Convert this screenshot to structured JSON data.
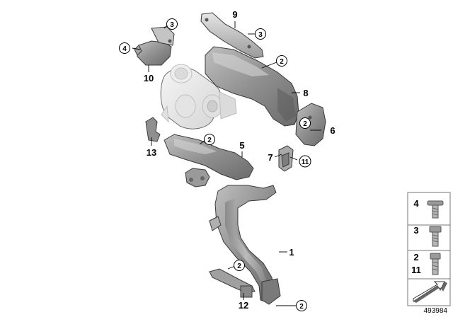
{
  "diagram": {
    "parts": {
      "p1": "1",
      "p2": "2",
      "p3": "3",
      "p4": "4",
      "p5": "5",
      "p6": "6",
      "p7": "7",
      "p8": "8",
      "p9": "9",
      "p10": "10",
      "p11": "11",
      "p12": "12",
      "p13": "13"
    },
    "legend": {
      "row1": "4",
      "row2": "3",
      "row3a": "2",
      "row3b": "11"
    },
    "catalog_number": "493984"
  }
}
